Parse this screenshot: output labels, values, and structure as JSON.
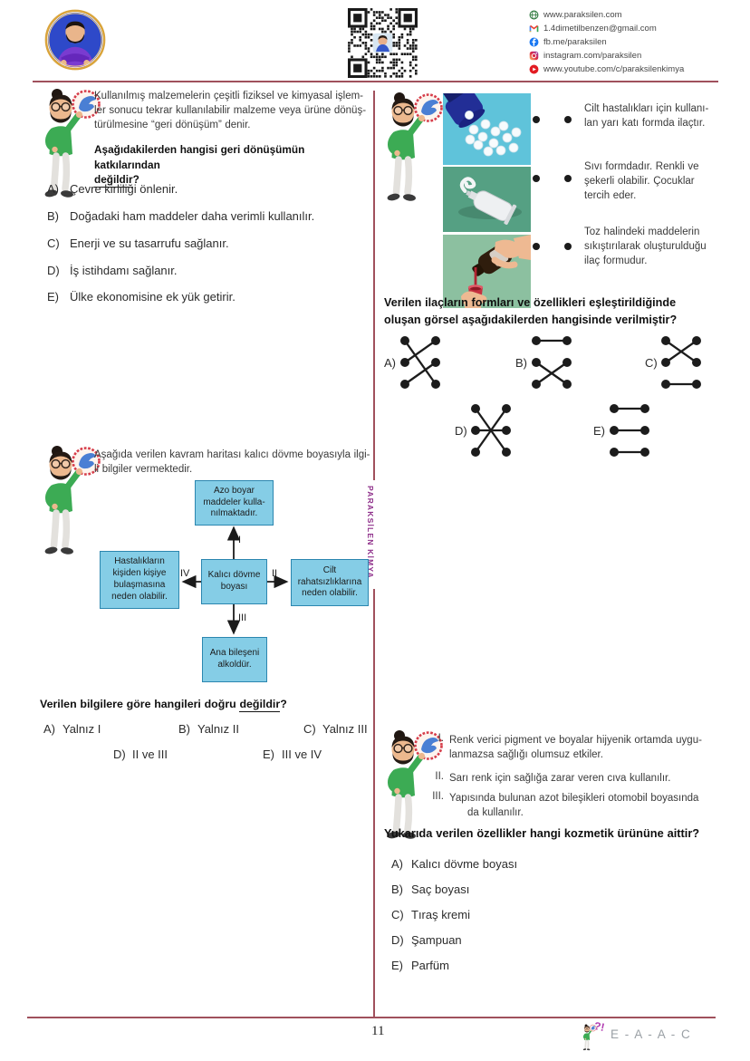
{
  "header": {
    "social": [
      {
        "icon": "globe-icon",
        "label": "www.paraksilen.com"
      },
      {
        "icon": "gmail-icon",
        "label": "1.4dimetilbenzen@gmail.com"
      },
      {
        "icon": "facebook-icon",
        "label": "fb.me/paraksilen"
      },
      {
        "icon": "instagram-icon",
        "label": "instagram.com/paraksilen"
      },
      {
        "icon": "youtube-icon",
        "label": "www.youtube.com/c/paraksilenkimya"
      }
    ]
  },
  "divider": {
    "text": "PARAKSİLEN KİMYA"
  },
  "q1": {
    "intro_lines": [
      "Kullanılmış malzemelerin çeşitli fiziksel ve kimyasal işlem-",
      "ler sonucu tekrar kullanılabilir malzeme veya ürüne dönüş-",
      "türülmesine “geri dönüşüm” denir."
    ],
    "stem_line1": "Aşağıdakilerden hangisi geri dönüşümün katkılarından",
    "stem_u": "değildir",
    "stem_suffix": "?",
    "options": [
      {
        "key": "A)",
        "text": "Çevre kirliliği önlenir."
      },
      {
        "key": "B)",
        "text": "Doğadaki ham maddeler daha verimli kullanılır."
      },
      {
        "key": "C)",
        "text": "Enerji ve su tasarrufu sağlanır."
      },
      {
        "key": "D)",
        "text": "İş istihdamı sağlanır."
      },
      {
        "key": "E)",
        "text": "Ülke ekonomisine ek yük getirir."
      }
    ]
  },
  "q2": {
    "intro_lines": [
      "Aşağıda verilen kavram haritası kalıcı dövme boyasıyla ilgi-",
      "li bilgiler vermektedir."
    ],
    "map": {
      "top": "Azo boyar\nmaddeler kulla-\nnılmaktadır.",
      "left": "Hastalıkların\nkişiden kişiye\nbulaşmasına\nneden olabilir.",
      "center": "Kalıcı dövme\nboyası",
      "right": "Cilt\nrahatsızlıklarına\nneden olabilir.",
      "bottom": "Ana bileşeni\nalkoldür.",
      "arrow_labels": {
        "up": "I",
        "right": "II",
        "down": "III",
        "left": "IV"
      }
    },
    "stem_pre": "Verilen bilgilere göre hangileri doğru ",
    "stem_u": "değildir",
    "stem_suffix": "?",
    "options_row1": [
      {
        "key": "A)",
        "text": "Yalnız I"
      },
      {
        "key": "B)",
        "text": "Yalnız II"
      },
      {
        "key": "C)",
        "text": "Yalnız III"
      }
    ],
    "options_row2": [
      {
        "key": "D)",
        "text": "II ve III"
      },
      {
        "key": "E)",
        "text": "III ve IV"
      }
    ]
  },
  "q3": {
    "rows": [
      {
        "image": "pills-photo",
        "lines": [
          "Cilt hastalıkları için kullanı-",
          "lan yarı katı formda ilaçtır."
        ]
      },
      {
        "image": "cream-tube-photo",
        "lines": [
          "Sıvı formdadır. Renkli ve",
          "şekerli olabilir. Çocuklar",
          "tercih eder."
        ]
      },
      {
        "image": "syrup-photo",
        "lines": [
          "Toz halindeki maddelerin",
          "sıkıştırılarak oluşturulduğu",
          "ilaç formudur."
        ]
      }
    ],
    "stem_lines": [
      "Verilen ilaçların formları ve özellikleri eşleştirildiğinde",
      "oluşan görsel aşağıdakilerden hangisinde verilmiştir?"
    ],
    "options": [
      {
        "key": "A)",
        "pairs": [
          [
            1,
            3
          ],
          [
            2,
            1
          ],
          [
            3,
            2
          ]
        ]
      },
      {
        "key": "B)",
        "pairs": [
          [
            1,
            1
          ],
          [
            2,
            3
          ],
          [
            3,
            2
          ]
        ]
      },
      {
        "key": "C)",
        "pairs": [
          [
            1,
            2
          ],
          [
            2,
            1
          ],
          [
            3,
            3
          ]
        ]
      },
      {
        "key": "D)",
        "pairs": [
          [
            1,
            3
          ],
          [
            2,
            2
          ],
          [
            3,
            1
          ]
        ]
      },
      {
        "key": "E)",
        "pairs": [
          [
            1,
            1
          ],
          [
            2,
            2
          ],
          [
            3,
            3
          ]
        ]
      }
    ]
  },
  "q4": {
    "items": [
      {
        "num": "I.",
        "lines": [
          "Renk verici pigment ve boyalar hijyenik ortamda uygu-",
          "lanmazsa sağlığı olumsuz etkiler."
        ]
      },
      {
        "num": "II.",
        "lines": [
          "Sarı renk için sağlığa zarar veren cıva kullanılır."
        ]
      },
      {
        "num": "III.",
        "lines": [
          "Yapısında bulunan azot bileşikleri otomobil boyasında",
          "da kullanılır."
        ]
      }
    ],
    "stem": "Yukarıda verilen özellikler hangi kozmetik ürününe aittir?",
    "options": [
      {
        "key": "A)",
        "text": "Kalıcı dövme boyası"
      },
      {
        "key": "B)",
        "text": "Saç boyası"
      },
      {
        "key": "C)",
        "text": "Tıraş kremi"
      },
      {
        "key": "D)",
        "text": "Şampuan"
      },
      {
        "key": "E)",
        "text": "Parfüm"
      }
    ]
  },
  "footer": {
    "page": "11",
    "answer_key": "E - A - A - C"
  },
  "colors": {
    "rule": "#a0505c",
    "divider_text": "#8e2f8a",
    "map_box_fill": "#85cde6",
    "map_box_border": "#2b86af"
  }
}
